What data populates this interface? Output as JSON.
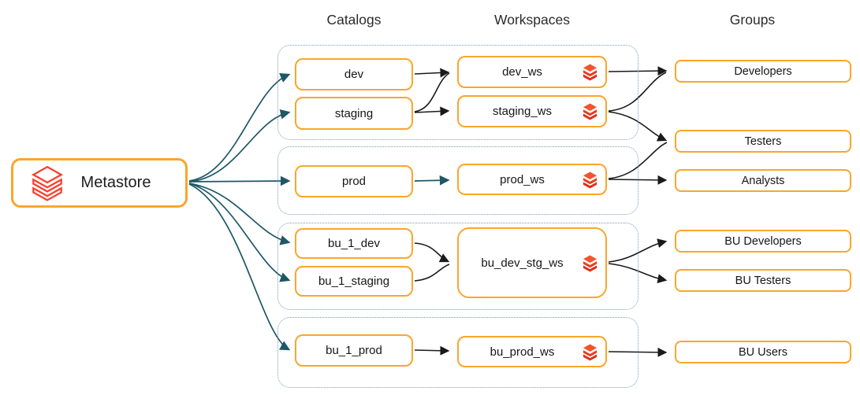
{
  "headers": {
    "catalogs": "Catalogs",
    "workspaces": "Workspaces",
    "groups": "Groups"
  },
  "metastore": {
    "label": "Metastore",
    "icon": "databricks-outline-logo"
  },
  "catalogs": [
    {
      "label": "dev"
    },
    {
      "label": "staging"
    },
    {
      "label": "prod"
    },
    {
      "label": "bu_1_dev"
    },
    {
      "label": "bu_1_staging"
    },
    {
      "label": "bu_1_prod"
    }
  ],
  "workspaces": [
    {
      "label": "dev_ws",
      "icon": "databricks-icon"
    },
    {
      "label": "staging_ws",
      "icon": "databricks-icon"
    },
    {
      "label": "prod_ws",
      "icon": "databricks-icon"
    },
    {
      "label": "bu_dev_stg_ws",
      "icon": "databricks-icon"
    },
    {
      "label": "bu_prod_ws",
      "icon": "databricks-icon"
    }
  ],
  "groups": [
    {
      "label": "Developers"
    },
    {
      "label": "Testers"
    },
    {
      "label": "Analysts"
    },
    {
      "label": "BU Developers"
    },
    {
      "label": "BU Testers"
    },
    {
      "label": "BU Users"
    }
  ],
  "edges": {
    "metastore_to_catalogs": [
      "dev",
      "staging",
      "prod",
      "bu_1_dev",
      "bu_1_staging",
      "bu_1_prod"
    ],
    "catalog_to_workspace": [
      [
        "dev",
        "dev_ws"
      ],
      [
        "staging",
        "dev_ws"
      ],
      [
        "staging",
        "staging_ws"
      ],
      [
        "prod",
        "prod_ws"
      ],
      [
        "bu_1_dev",
        "bu_dev_stg_ws"
      ],
      [
        "bu_1_staging",
        "bu_dev_stg_ws"
      ],
      [
        "bu_1_prod",
        "bu_prod_ws"
      ]
    ],
    "workspace_to_group": [
      [
        "dev_ws",
        "Developers"
      ],
      [
        "staging_ws",
        "Developers"
      ],
      [
        "staging_ws",
        "Testers"
      ],
      [
        "prod_ws",
        "Testers"
      ],
      [
        "prod_ws",
        "Analysts"
      ],
      [
        "bu_dev_stg_ws",
        "BU Developers"
      ],
      [
        "bu_dev_stg_ws",
        "BU Testers"
      ],
      [
        "bu_prod_ws",
        "BU Users"
      ]
    ]
  },
  "colors": {
    "box_border_orange": "#faa62b",
    "cluster_dotted_blue": "#7d9cb5",
    "metastore_arrow_teal": "#1e5766",
    "edge_black": "#1a1a1a",
    "databricks_red": "#e23722",
    "databricks_orange_top": "#f2552b",
    "text_dark": "#161616"
  }
}
